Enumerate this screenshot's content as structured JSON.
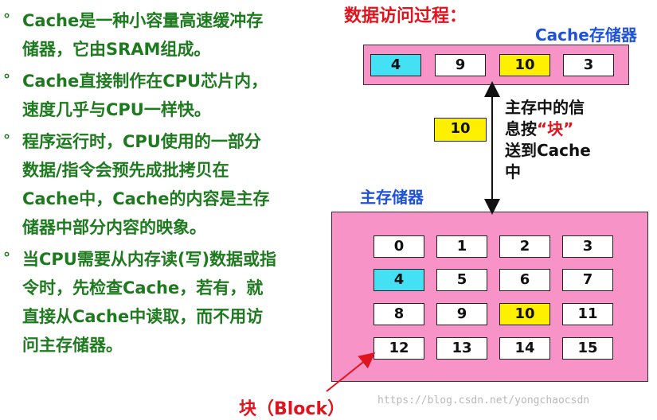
{
  "bullets": [
    {
      "mark": "°",
      "text": "Cache是一种小容量高速缓冲存\n储器，它由SRAM组成。"
    },
    {
      "mark": "°",
      "text": "Cache直接制作在CPU芯片内，\n速度几乎与CPU一样快。"
    },
    {
      "mark": "°",
      "text": "程序运行时，CPU使用的一部分\n数据/指令会预先成批拷贝在\nCache中，Cache的内容是主存\n储器中部分内容的映象。"
    },
    {
      "mark": "°",
      "text": "当CPU需要从内存读(写)数据或指\n令时，先检查Cache，若有，就\n直接从Cache中读取，而不用访\n问主存储器。"
    }
  ],
  "diagram": {
    "title": "数据访问过程：",
    "cache_label": "Cache存储器",
    "cache_cells": [
      "4",
      "9",
      "10",
      "3"
    ],
    "cache_highlight": [
      "cyan",
      "white",
      "yellow",
      "white"
    ],
    "transfer_value": "10",
    "transfer_note": {
      "line1": "主存中的信",
      "line2_a": "息按",
      "line2_b": "“块”",
      "line3": "送到Cache",
      "line4": "中"
    },
    "memory_label": "主存储器",
    "memory_cells": [
      "0",
      "1",
      "2",
      "3",
      "4",
      "5",
      "6",
      "7",
      "8",
      "9",
      "10",
      "11",
      "12",
      "13",
      "14",
      "15"
    ],
    "memory_highlight": [
      "white",
      "white",
      "white",
      "white",
      "cyan",
      "white",
      "white",
      "white",
      "white",
      "white",
      "yellow",
      "white",
      "white",
      "white",
      "white",
      "white"
    ],
    "block_label": "块（Block）"
  },
  "watermark": "https://blog.csdn.net/yongchaocsdn",
  "colors": {
    "bullet_text": "#1e7a1e",
    "title": "#e0141e",
    "label_blue": "#1f52d6",
    "box_pink": "#f793c7",
    "cyan": "#44e0f4",
    "yellow": "#fff000"
  }
}
